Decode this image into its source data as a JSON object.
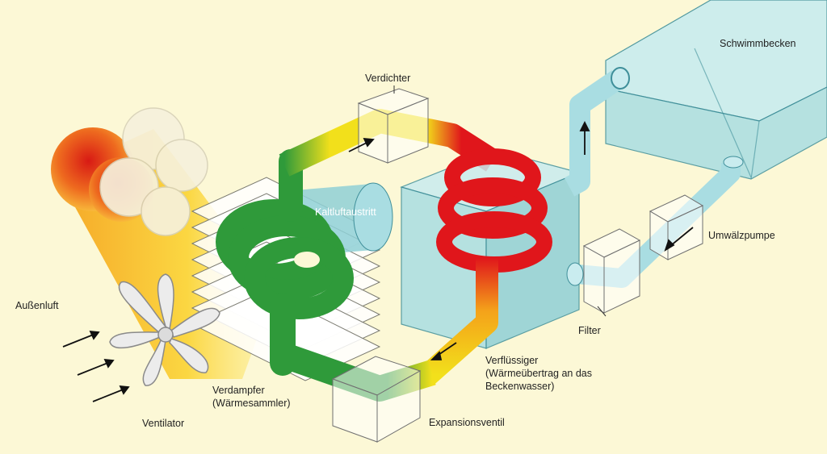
{
  "labels": {
    "schwimmbecken": "Schwimmbecken",
    "verdichter": "Verdichter",
    "kaltluftaustritt": "Kaltluftaustritt",
    "umwaelzpumpe": "Umwälzpumpe",
    "aussenluft": "Außenluft",
    "filter": "Filter",
    "verfluessiger_1": "Verflüssiger",
    "verfluessiger_2": "(Wärmeübertrag an das",
    "verfluessiger_3": "Beckenwasser)",
    "verdampfer_1": "Verdampfer",
    "verdampfer_2": "(Wärmesammler)",
    "ventilator": "Ventilator",
    "expansionsventil": "Expansionsventil"
  },
  "colors": {
    "background": "#fcf8d6",
    "refrigerant_hot": "#e0161b",
    "refrigerant_warm": "#f2e01b",
    "refrigerant_cold": "#2f9a3a",
    "water": "#a9dde2",
    "water_outline": "#3f8f9a"
  }
}
